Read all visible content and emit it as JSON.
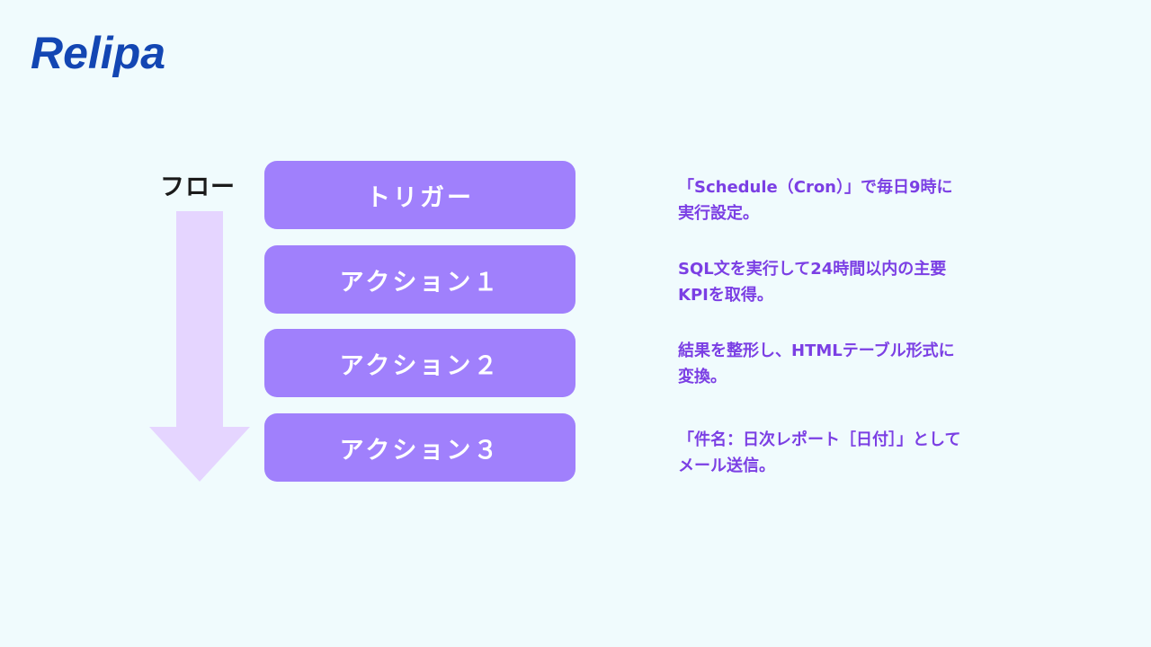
{
  "logo": {
    "text": "Relipa",
    "color": "#1346b3"
  },
  "flow_label": "フロー",
  "colors": {
    "background": "#f0fbfd",
    "box": "#a080fc",
    "box_text": "#ffffff",
    "description_text": "#7b3fe4",
    "arrow": "#e5d5ff"
  },
  "steps": [
    {
      "label": "トリガー",
      "description": [
        "「Schedule（Cron）」で毎日9時に",
        "実行設定。"
      ]
    },
    {
      "label": "アクション１",
      "description": [
        "SQL文を実行して24時間以内の主要",
        "KPIを取得。"
      ]
    },
    {
      "label": "アクション２",
      "description": [
        "結果を整形し、HTMLテーブル形式に",
        "変換。"
      ]
    },
    {
      "label": "アクション３",
      "description": [
        "「件名：日次レポート［日付］」として",
        "メール送信。"
      ]
    }
  ]
}
